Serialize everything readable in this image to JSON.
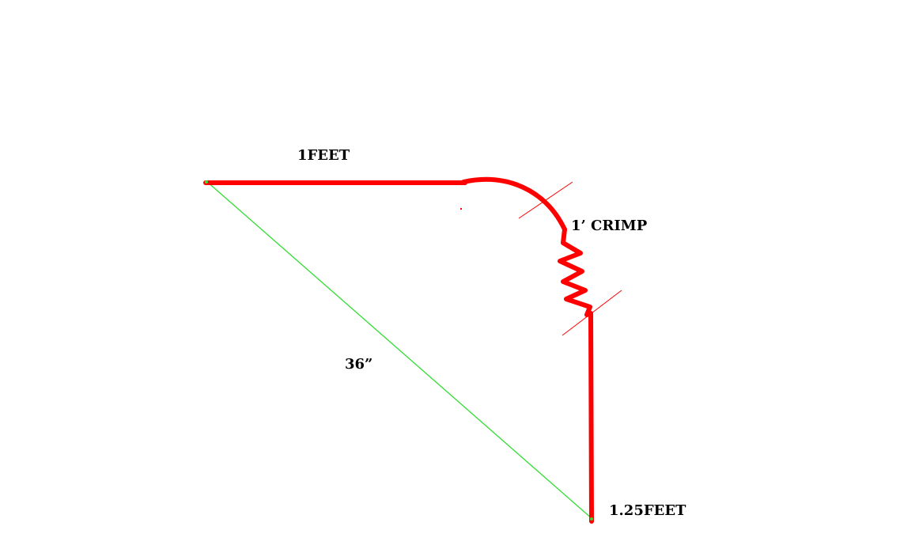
{
  "labels": {
    "top_segment": "1FEET",
    "crimp": "1’ CRIMP",
    "diagonal": "36”",
    "vertical_segment": "1.25FEET"
  },
  "colors": {
    "duct": "#ff0000",
    "diagonal": "#33dd33",
    "background": "#ffffff",
    "text": "#000000"
  }
}
